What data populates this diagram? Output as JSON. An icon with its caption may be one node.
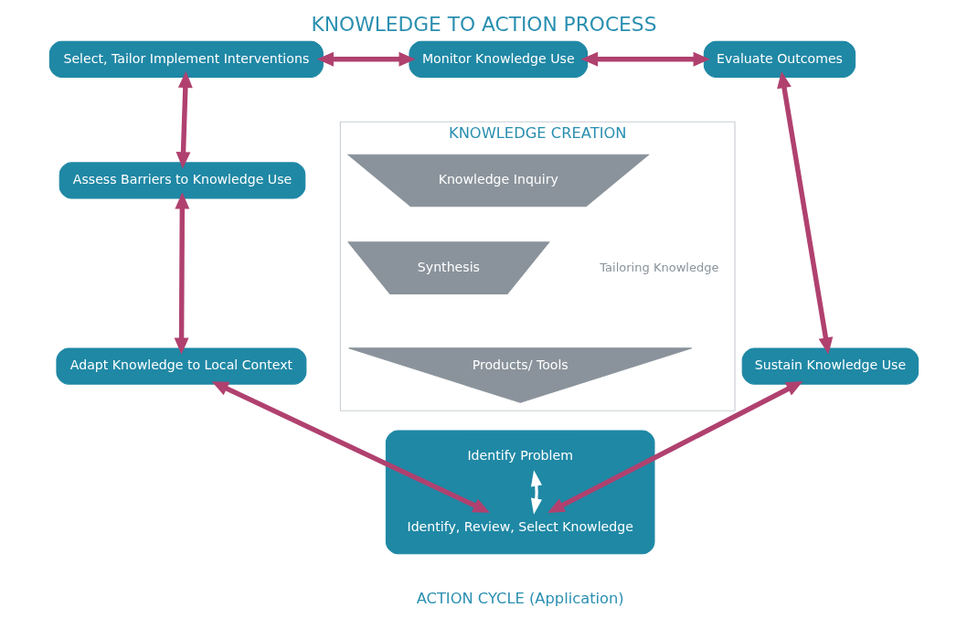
{
  "diagram": {
    "title": "KNOWLEDGE TO ACTION PROCESS",
    "nodes": [
      {
        "text": [
          "Monitor Knowledge Use"
        ]
      },
      {
        "text": [
          "Select, Tailor Implement Interventions"
        ]
      },
      {
        "text": [
          "Evaluate Outcomes"
        ]
      },
      {
        "text": [
          "Assess Barriers to Knowledge Use"
        ]
      },
      {
        "text": [
          "Sustain Knowledge Use"
        ]
      },
      {
        "text": [
          "Adapt Knowledge to Local Context"
        ]
      },
      {
        "text": [],
        "shape": "box"
      },
      {
        "text": [
          "Identify Problem"
        ],
        "in": 6
      },
      {
        "text": [
          "Identify, Review, Select Knowledge"
        ],
        "in": 6
      },
      {
        "text": [
          "KNOWLEDGE CREATION"
        ]
      },
      {
        "text": [
          "Knowledge Inquiry"
        ],
        "in": 9
      },
      {
        "text": [
          "Synthesis"
        ],
        "in": 9
      },
      {
        "text": [
          "Products/ Tools"
        ],
        "in": 9
      }
    ],
    "edges": [
      {
        "from": 1,
        "to": 0,
        "arrow": "both"
      },
      {
        "from": 0,
        "to": 2,
        "arrow": "both"
      },
      {
        "from": 2,
        "to": 4,
        "arrow": "both"
      },
      {
        "from": 1,
        "to": 3,
        "arrow": "both"
      },
      {
        "from": 3,
        "to": 5,
        "arrow": "both"
      },
      {
        "from": 5,
        "to": 8,
        "arrow": "both"
      },
      {
        "from": 4,
        "to": 8,
        "arrow": "both"
      },
      {
        "from": 7,
        "to": 8,
        "arrow": "both",
        "color": "#ffffff"
      }
    ],
    "labels": [
      "Tailoring Knowledge",
      "ACTION CYCLE (Application)"
    ]
  }
}
